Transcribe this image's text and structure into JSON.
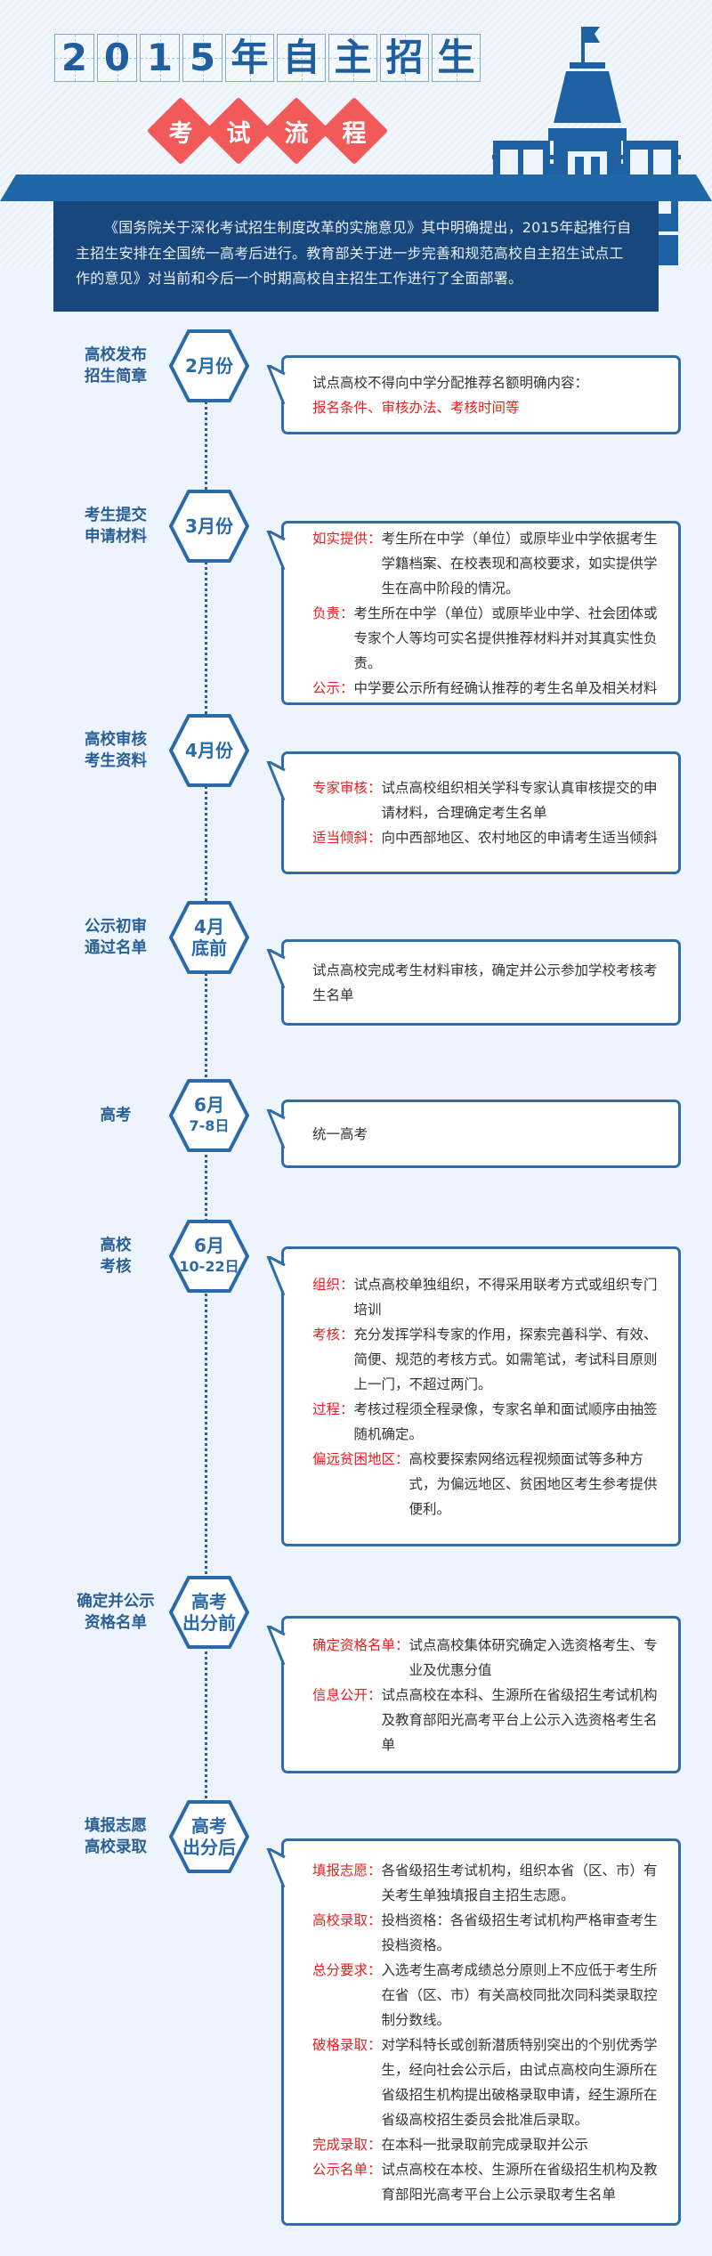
{
  "header": {
    "title_chars": [
      "2",
      "0",
      "1",
      "5",
      "年",
      "自",
      "主",
      "招",
      "生"
    ],
    "subtitle_chars": [
      "考",
      "试",
      "流",
      "程"
    ],
    "intro": "《国务院关于深化考试招生制度改革的实施意见》其中明确提出，2015年起推行自主招生安排在全国统一高考后进行。教育部关于进一步完善和规范高校自主招生试点工作的意见》对当前和今后一个时期高校自主招生工作进行了全面部署。"
  },
  "colors": {
    "primary": "#2a6aa8",
    "accent_red": "#f25a5a",
    "label_red": "#e8201f",
    "intro_bg": "#17477d"
  },
  "steps": [
    {
      "label": [
        "高校发布",
        "招生简章"
      ],
      "time": [
        "2月份"
      ],
      "intro": "试点高校不得向中学分配推荐名额明确内容：",
      "highlight": "报名条件、审核办法、考核时间等"
    },
    {
      "label": [
        "考生提交",
        "申请材料"
      ],
      "time": [
        "3月份"
      ],
      "entries": [
        {
          "k": "如实提供：",
          "v": "考生所在中学（单位）或原毕业中学依据考生学籍档案、在校表现和高校要求，如实提供学生在高中阶段的情况。"
        },
        {
          "k": "负责：",
          "v": "考生所在中学（单位）或原毕业中学、社会团体或专家个人等均可实名提供推荐材料并对其真实性负责。"
        },
        {
          "k": "公示：",
          "v": "中学要公示所有经确认推荐的考生名单及相关材料"
        }
      ]
    },
    {
      "label": [
        "高校审核",
        "考生资料"
      ],
      "time": [
        "4月份"
      ],
      "entries": [
        {
          "k": "专家审核：",
          "v": "试点高校组织相关学科专家认真审核提交的申请材料，合理确定考生名单"
        },
        {
          "k": "适当倾斜：",
          "v": "向中西部地区、农村地区的申请考生适当倾斜"
        }
      ]
    },
    {
      "label": [
        "公示初审",
        "通过名单"
      ],
      "time": [
        "4月",
        "底前"
      ],
      "intro": "试点高校完成考生材料审核，确定并公示参加学校考核考生名单"
    },
    {
      "label": [
        "高考"
      ],
      "time": [
        "6月",
        "7-8日"
      ],
      "intro": "统一高考"
    },
    {
      "label": [
        "高校",
        "考核"
      ],
      "time": [
        "6月",
        "10-22日"
      ],
      "entries": [
        {
          "k": "组织：",
          "v": "试点高校单独组织，不得采用联考方式或组织专门培训"
        },
        {
          "k": "考核：",
          "v": "充分发挥学科专家的作用，探索完善科学、有效、简便、规范的考核方式。如需笔试，考试科目原则上一门，不超过两门。"
        },
        {
          "k": "过程：",
          "v": "考核过程须全程录像，专家名单和面试顺序由抽签随机确定。"
        },
        {
          "k": "偏远贫困地区：",
          "v": "高校要探索网络远程视频面试等多种方式，为偏远地区、贫困地区考生参考提供便利。"
        }
      ]
    },
    {
      "label": [
        "确定并公示",
        "资格名单"
      ],
      "time": [
        "高考",
        "出分前"
      ],
      "entries": [
        {
          "k": "确定资格名单：",
          "v": "试点高校集体研究确定入选资格考生、专业及优惠分值"
        },
        {
          "k": "信息公开：",
          "v": "试点高校在本科、生源所在省级招生考试机构及教育部阳光高考平台上公示入选资格考生名单"
        }
      ]
    },
    {
      "label": [
        "填报志愿",
        "高校录取"
      ],
      "time": [
        "高考",
        "出分后"
      ],
      "entries": [
        {
          "k": "填报志愿：",
          "v": "各省级招生考试机构，组织本省（区、市）有关考生单独填报自主招生志愿。"
        },
        {
          "k": "高校录取：",
          "v": "投档资格：各省级招生考试机构严格审查考生投档资格。"
        },
        {
          "k": "总分要求：",
          "v": "入选考生高考成绩总分原则上不应低于考生所在省（区、市）有关高校同批次同科类录取控制分数线。"
        },
        {
          "k": "破格录取：",
          "v": "对学科特长或创新潜质特别突出的个别优秀学生，经向社会公示后，由试点高校向生源所在省级招生机构提出破格录取申请，经生源所在省级高校招生委员会批准后录取。"
        },
        {
          "k": "完成录取：",
          "v": "在本科一批录取前完成录取并公示"
        },
        {
          "k": "公示名单：",
          "v": "试点高校在本校、生源所在省级招生机构及教育部阳光高考平台上公示录取考生名单"
        }
      ]
    }
  ]
}
